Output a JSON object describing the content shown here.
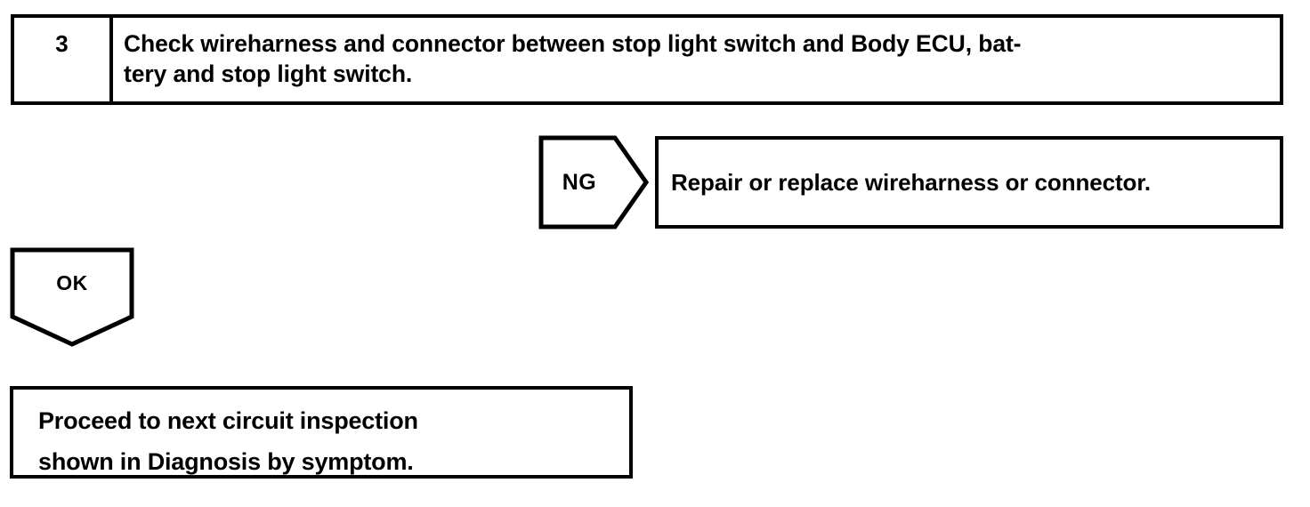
{
  "document": {
    "type": "automotive-diagnostic-flowchart",
    "background_color": "#ffffff",
    "line_color": "#000000",
    "text_color": "#000000"
  },
  "step": {
    "number": "3",
    "instruction": "Check wireharness and connector between stop light switch and Body ECU, bat-\ntery and stop light switch."
  },
  "ng_branch": {
    "connector_label": "NG",
    "connector_shape": "right-pointing-pentagon-arrow",
    "result": "Repair or replace wireharness or connector."
  },
  "ok_branch": {
    "connector_label": "OK",
    "connector_shape": "down-pointing-pentagon-arrow",
    "result": "Proceed to next circuit inspection\nshown  in Diagnosis by symptom."
  }
}
